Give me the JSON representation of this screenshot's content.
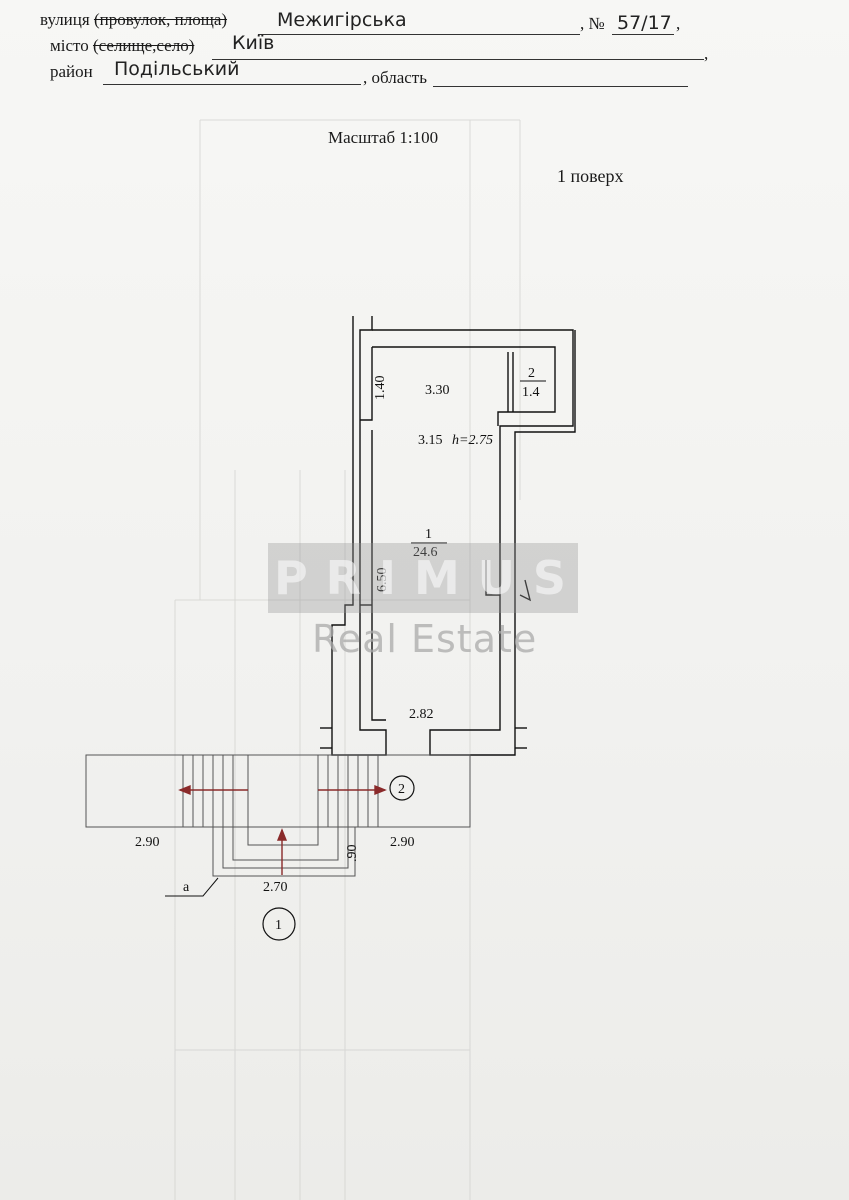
{
  "header": {
    "street_label": "вулиця",
    "street_alt": "(провулок, площа)",
    "street_value": "Межигірська",
    "number_label": ", №",
    "number_value": "57/17",
    "number_suffix": ",",
    "city_label": "місто",
    "city_alt": "(селище,село)",
    "city_value": "Київ",
    "city_suffix": ",",
    "district_label": "район",
    "district_value": "Подільський",
    "region_label": ", область"
  },
  "scale_text": "Масштаб 1:100",
  "floor_text": "1 поверх",
  "plan": {
    "dim_top_left": "1.40",
    "dim_room_width": "3.30",
    "room2_number": "2",
    "room2_area": "1.4",
    "dim_corridor": "3.15",
    "height_text": "h=2.75",
    "room1_number": "1",
    "room1_area": "24.6",
    "dim_length": "6.50",
    "dim_bottom": "2.82",
    "stair_left": "2.90",
    "stair_right": "2.90",
    "stair_depth": ".90",
    "stair_bottom": "2.70",
    "marker_a": "a",
    "entrance_1": "1",
    "entrance_2": "2"
  },
  "watermark": {
    "letters": [
      "P",
      "R",
      "I",
      "M",
      "U",
      "S"
    ],
    "subtitle": "Real Estate"
  }
}
